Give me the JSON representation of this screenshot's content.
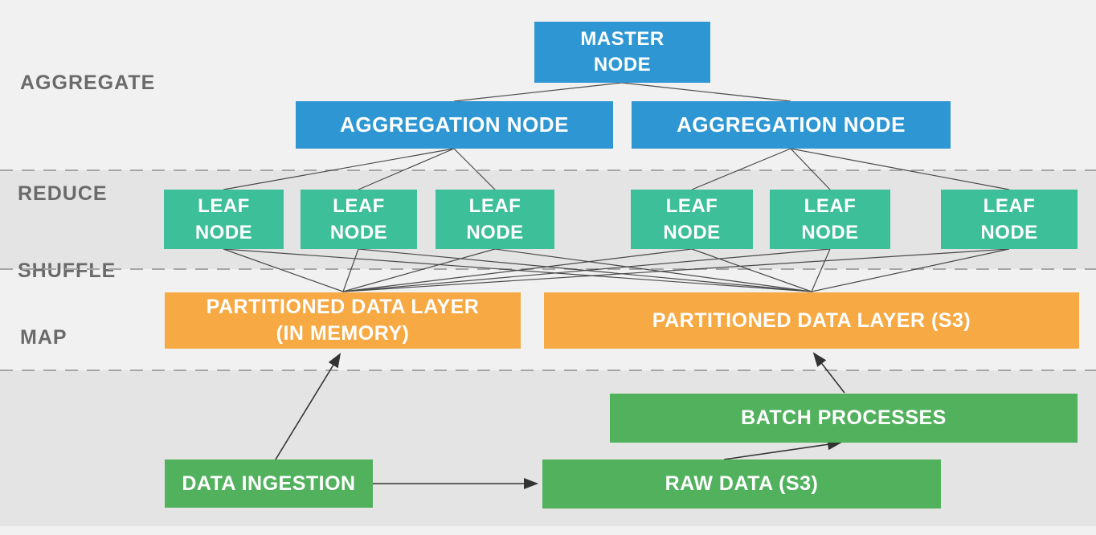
{
  "colors": {
    "blue": "#2e97d3",
    "teal": "#3dbf99",
    "orange": "#f7a943",
    "green": "#51b15d",
    "band-light": "#f1f1f1",
    "band-dark": "#e4e4e4",
    "label-gray": "#6a6a6a",
    "edge": "#4a4a4a",
    "dash": "#a6a6a6",
    "arrow": "#333333",
    "box-text": "#ffffff"
  },
  "stages": {
    "aggregate": "AGGREGATE",
    "reduce": "REDUCE",
    "shuffle": "SHUFFLE",
    "map": "MAP"
  },
  "nodes": {
    "master": "MASTER\nNODE",
    "aggregation_left": "AGGREGATION NODE",
    "aggregation_right": "AGGREGATION NODE",
    "leaves": [
      "LEAF\nNODE",
      "LEAF\nNODE",
      "LEAF\nNODE",
      "LEAF\nNODE",
      "LEAF\nNODE",
      "LEAF\nNODE"
    ],
    "partitioned_memory": "PARTITIONED DATA LAYER\n(IN MEMORY)",
    "partitioned_s3": "PARTITIONED DATA LAYER (S3)",
    "batch": "BATCH PROCESSES",
    "ingestion": "DATA INGESTION",
    "raw": "RAW DATA (S3)"
  }
}
